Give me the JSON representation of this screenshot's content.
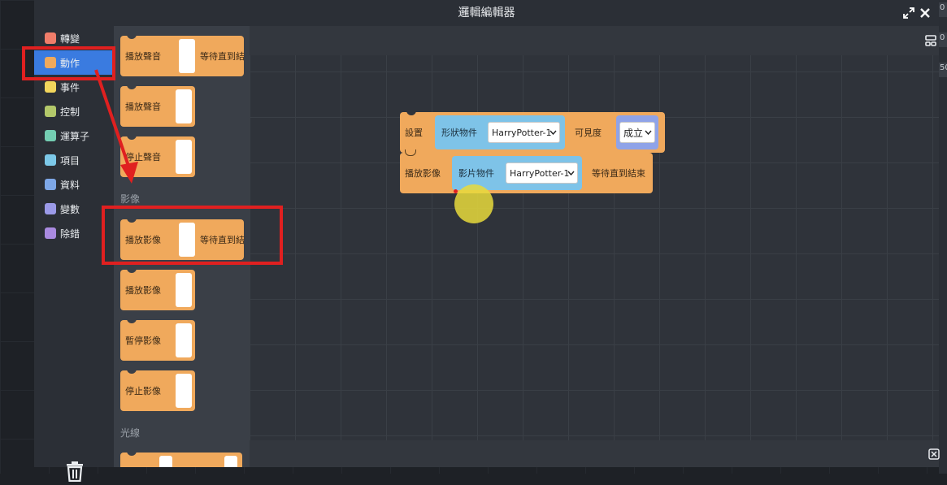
{
  "window": {
    "title": "邏輯編輯器"
  },
  "right_strip": {
    "numbers": [
      "0",
      "0",
      "50"
    ]
  },
  "categories": [
    {
      "label": "轉變",
      "color": "#f07d6a"
    },
    {
      "label": "動作",
      "color": "#f0a95c",
      "selected": true
    },
    {
      "label": "事件",
      "color": "#f2d65c"
    },
    {
      "label": "控制",
      "color": "#b3c86a"
    },
    {
      "label": "運算子",
      "color": "#74cdb2"
    },
    {
      "label": "項目",
      "color": "#7cc8e8"
    },
    {
      "label": "資料",
      "color": "#7ea8e8"
    },
    {
      "label": "變數",
      "color": "#9b9ae8"
    },
    {
      "label": "除錯",
      "color": "#a98ae0"
    }
  ],
  "flyout": {
    "blocks_top": [
      {
        "label": "播放聲音",
        "suffix": "等待直到結"
      },
      {
        "label": "播放聲音"
      },
      {
        "label": "停止聲音"
      }
    ],
    "section_video": "影像",
    "blocks_video": [
      {
        "label": "播放影像",
        "suffix": "等待直到結"
      },
      {
        "label": "播放影像"
      },
      {
        "label": "暫停影像"
      },
      {
        "label": "停止影像"
      }
    ],
    "section_light": "光線"
  },
  "workspace": {
    "set_block": {
      "label": "設置",
      "input_label": "形狀物件",
      "dropdown_value": "HarryPotter-1",
      "visibility_label": "可見度",
      "bool_value": "成立"
    },
    "play_block": {
      "label": "播放影像",
      "input_label": "影片物件",
      "dropdown_value": "HarryPotter-1",
      "suffix": "等待直到結束"
    }
  }
}
